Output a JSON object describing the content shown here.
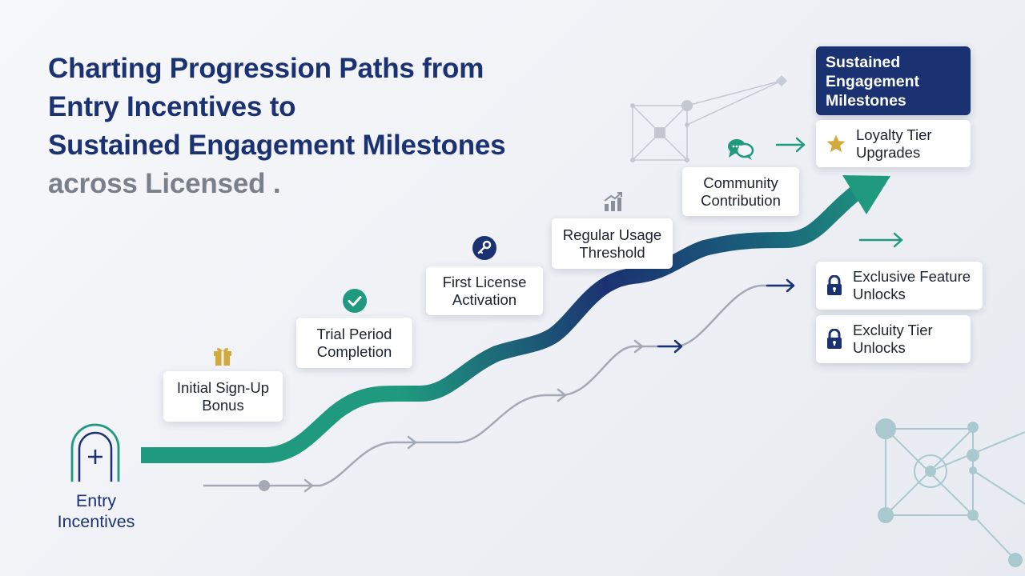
{
  "title": {
    "line1": "Charting Progression Paths from",
    "line2": "Entry Incentives to",
    "line3": "Sustained Engagement Milestones",
    "line4": "across Licensed ."
  },
  "entry": {
    "label": "Entry\nIncentives",
    "icon": "gate-plus-icon"
  },
  "steps": [
    {
      "label": "Initial Sign-Up\nBonus",
      "icon": "gift-icon",
      "icon_color": "#d4a93c"
    },
    {
      "label": "Trial Period\nCompletion",
      "icon": "check-circle-icon",
      "icon_color": "#1f9a7e"
    },
    {
      "label": "First License\nActivation",
      "icon": "key-icon",
      "icon_color": "#1b3272"
    },
    {
      "label": "Regular Usage\nThreshold",
      "icon": "bar-chart-icon",
      "icon_color": "#8a9099"
    },
    {
      "label": "Community\nContribution",
      "icon": "chat-bubbles-icon",
      "icon_color": "#1f9a7e"
    }
  ],
  "milestones": {
    "header": "Sustained\nEngagement\nMilestones",
    "items": [
      {
        "label": "Loyalty Tier\nUpgrades",
        "icon": "star-icon",
        "icon_color": "#d4a93c"
      },
      {
        "label": "Exclusive Feature\nUnlocks",
        "icon": "lock-icon",
        "icon_color": "#1b3272"
      },
      {
        "label": "Excluity Tier\nUnlocks",
        "icon": "lock-icon",
        "icon_color": "#1b3272"
      }
    ]
  },
  "colors": {
    "navy": "#1b3272",
    "teal": "#1f9a7e",
    "gold": "#d4a93c",
    "gray": "#8a9099"
  }
}
